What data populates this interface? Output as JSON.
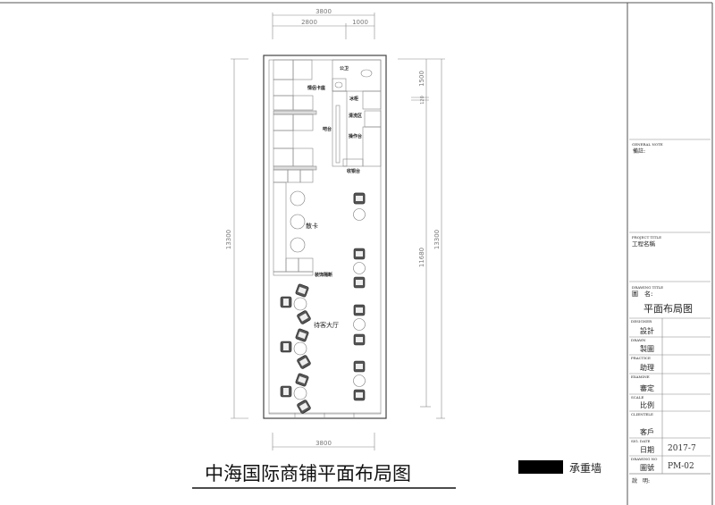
{
  "drawing": {
    "title": "中海国际商铺平面布局图",
    "legend": {
      "label": "承重墙",
      "color": "#000000"
    },
    "dimensions": {
      "top_total": "3800",
      "top_left": "2800",
      "top_right": "1000",
      "left_total": "13300",
      "right_total": "13300",
      "right_upper": "1500",
      "right_gap": "120",
      "right_lower": "11680",
      "bottom_total": "3800"
    },
    "rooms": {
      "restroom": "公卫",
      "couple_booth": "情侣卡座",
      "fridge": "冰柜",
      "wash_area": "清洗区",
      "bar": "吧台",
      "work_counter": "操作台",
      "cashier": "收银台",
      "loose_seating": "散卡",
      "partition": "装饰隔断",
      "lobby": "待客大厅"
    }
  },
  "title_block": {
    "general_note": {
      "en": "GENERAL NOTE",
      "zh": "備註:"
    },
    "project_title": {
      "en": "PROJECT TITLE",
      "zh": "工程名稱"
    },
    "drawing_title": {
      "en": "DRAWING TITLE",
      "zh": "圖　名:",
      "value": "平面布局图"
    },
    "rows": [
      {
        "en": "DESIGNER",
        "zh": "設計",
        "value": ""
      },
      {
        "en": "DRAWN",
        "zh": "製圖",
        "value": ""
      },
      {
        "en": "PRACTICE",
        "zh": "助理",
        "value": ""
      },
      {
        "en": "EXAMINE",
        "zh": "審定",
        "value": ""
      },
      {
        "en": "SCALE",
        "zh": "比例",
        "value": ""
      },
      {
        "en": "CLIENTELE",
        "zh": "客戶",
        "value": ""
      },
      {
        "en": "SIG. DATE",
        "zh": "日期",
        "value": "2017-7"
      },
      {
        "en": "DRAWING NO",
        "zh": "圖號",
        "value": "PM-02"
      }
    ],
    "notes": {
      "zh": "說　明:"
    }
  }
}
